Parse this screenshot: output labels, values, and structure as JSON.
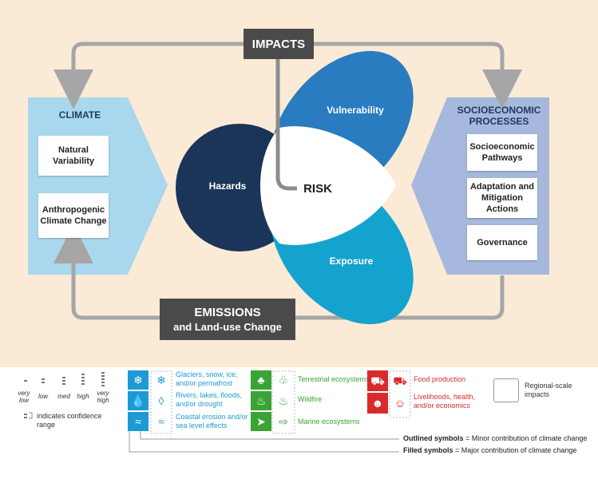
{
  "diagram": {
    "impacts": "IMPACTS",
    "emissions_line1": "EMISSIONS",
    "emissions_line2": "and Land-use Change",
    "climate": {
      "title": "CLIMATE",
      "items": [
        "Natural Variability",
        "Anthropogenic Climate Change"
      ]
    },
    "socio": {
      "title_line1": "SOCIOECONOMIC",
      "title_line2": "PROCESSES",
      "items": [
        "Socioeconomic Pathways",
        "Adaptation and Mitigation Actions",
        "Governance"
      ]
    },
    "hazards": "Hazards",
    "vulnerability": "Vulnerability",
    "exposure": "Exposure",
    "risk": "RISK",
    "colors": {
      "background": "#fbead6",
      "climate_panel": "#a9d8ee",
      "socio_panel": "#a6b8dd",
      "hazards": "#1b3558",
      "vulnerability": "#2a7cc0",
      "exposure": "#14a3cf",
      "box_dark": "#4a4a4a",
      "arrow_grey": "#a6a6a6"
    }
  },
  "legend": {
    "confidence": {
      "levels": [
        "very low",
        "low",
        "med",
        "high",
        "very high"
      ],
      "note": "indicates confidence range"
    },
    "physical": {
      "color": "#1d9ad6",
      "items": [
        "Glaciers, snow, ice, and/or permafrost",
        "Rivers, lakes, floods, and/or drought",
        "Coastal erosion and/or sea level effects"
      ],
      "icons": [
        "snowflake-icon",
        "water-drop-icon",
        "coastal-wave-icon"
      ]
    },
    "biological": {
      "color": "#3aa335",
      "items": [
        "Terrestrial ecosystems",
        "Wildfire",
        "Marine ecosystems"
      ],
      "icons": [
        "tree-icon",
        "fire-icon",
        "fish-icon"
      ]
    },
    "human": {
      "color": "#d92b2b",
      "items": [
        "Food production",
        "Livelihoods, health, and/or economics"
      ],
      "icons": [
        "tractor-icon",
        "people-icon"
      ]
    },
    "regional": "Regional-scale impacts",
    "outlined_note_bold": "Outlined symbols",
    "outlined_note_rest": "= Minor contribution of climate change",
    "filled_note_bold": "Filled symbols",
    "filled_note_rest": "= Major contribution of climate change"
  }
}
